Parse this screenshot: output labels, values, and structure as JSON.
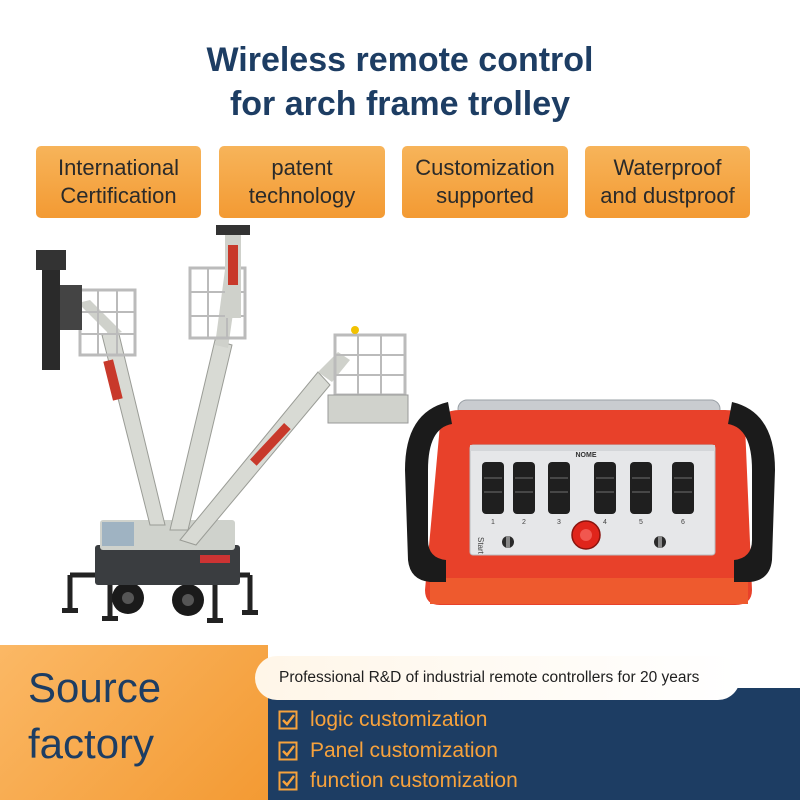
{
  "title": {
    "line1": "Wireless remote control",
    "line2": "for arch frame trolley"
  },
  "badges": [
    {
      "line1": "International",
      "line2": "Certification"
    },
    {
      "line1": "patent",
      "line2": "technology"
    },
    {
      "line1": "Customization",
      "line2": "supported"
    },
    {
      "line1": "Waterproof",
      "line2": "and dustproof"
    }
  ],
  "remote": {
    "brand": "NOME",
    "start_label": "Start",
    "joystick_numbers": [
      "1",
      "2",
      "3",
      "4",
      "5",
      "6"
    ]
  },
  "footer": {
    "source_line1": "Source",
    "source_line2": "factory",
    "rd_text": "Professional R&D of industrial remote controllers for 20 years",
    "features": [
      "logic customization",
      "Panel customization",
      "function customization"
    ]
  },
  "colors": {
    "navy": "#1d3d63",
    "orange": "#f39a33",
    "remote_red": "#e8412a"
  }
}
